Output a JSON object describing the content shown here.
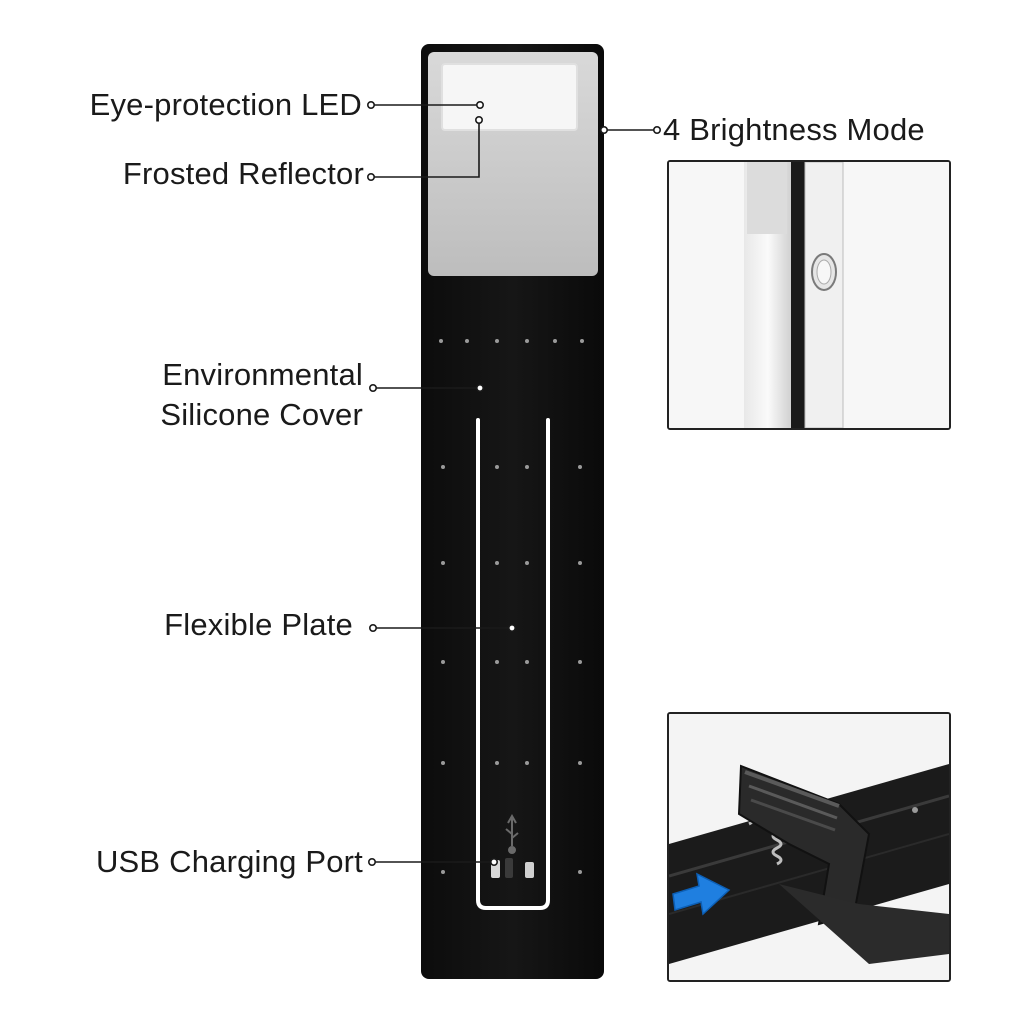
{
  "callouts": {
    "eye_led": "Eye-protection LED",
    "reflector": "Frosted Reflector",
    "brightness": "4 Brightness Mode",
    "cover_line1": "Environmental",
    "cover_line2": "Silicone Cover",
    "plate": "Flexible Plate",
    "usb": "USB Charging Port"
  },
  "colors": {
    "body": "#111111",
    "lamp_panel": "#c8c8c8",
    "led_window": "#f4f4f4",
    "slot": "#ffffff",
    "arrow": "#1f7fe0",
    "line": "#1a1a1a"
  },
  "icons": {
    "usb": "usb-icon",
    "button": "power-button-icon",
    "arrow": "insert-arrow-icon"
  }
}
